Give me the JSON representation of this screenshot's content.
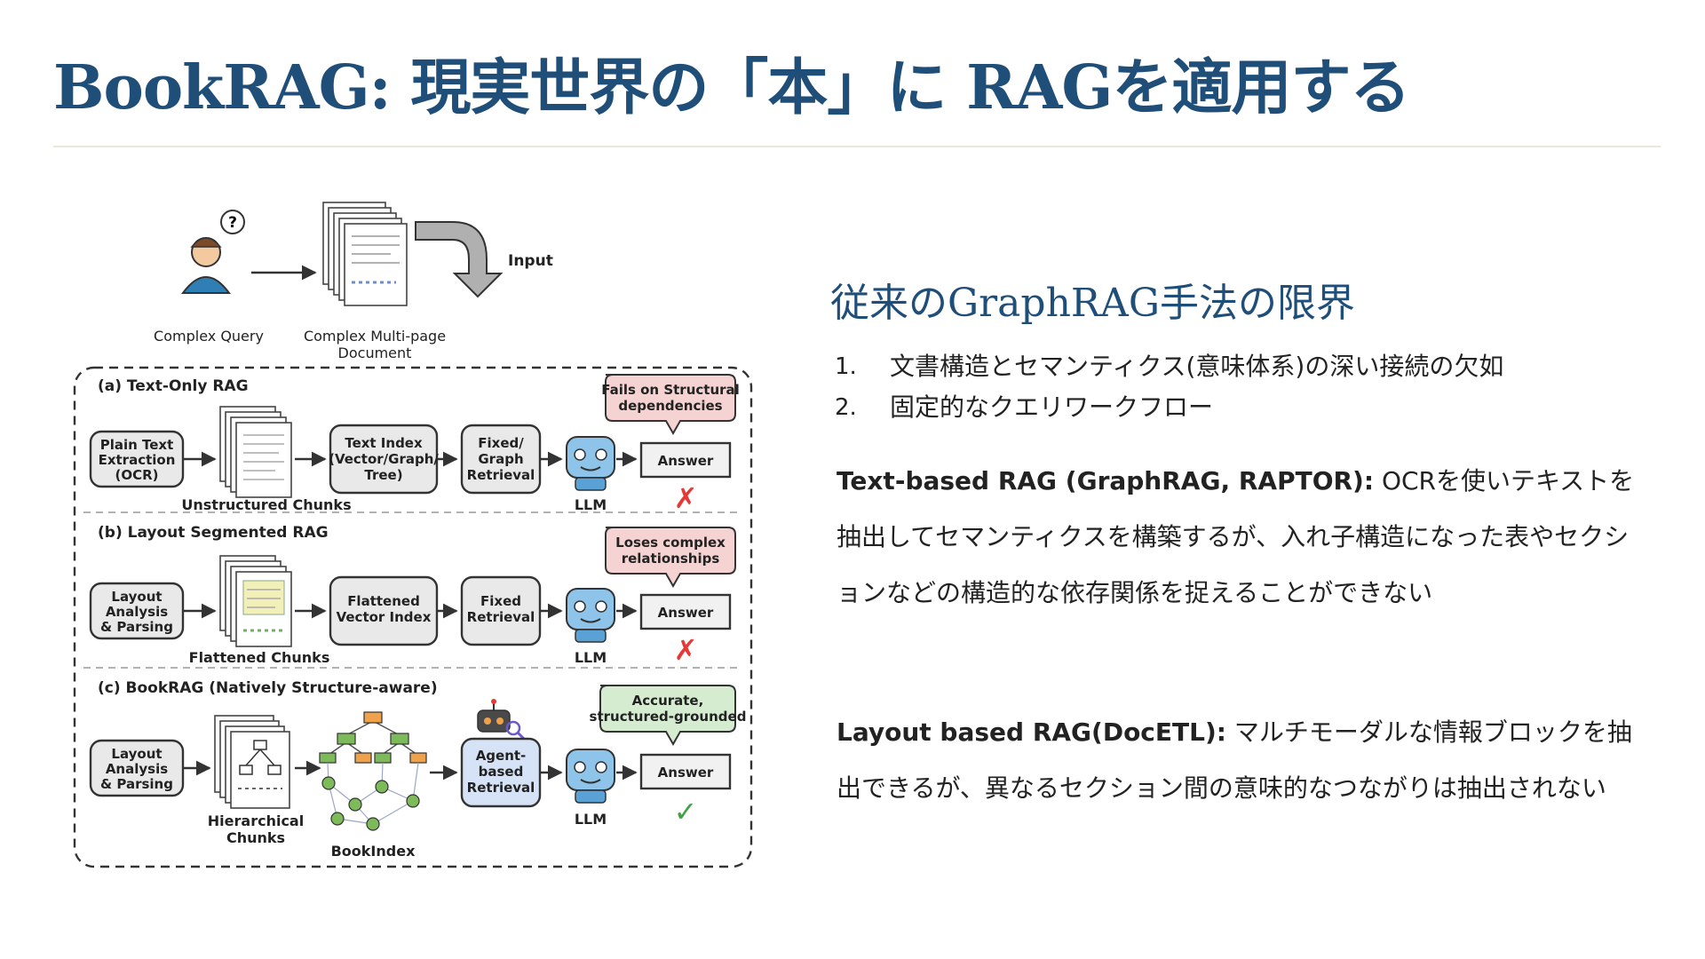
{
  "slide": {
    "title": "BookRAG: 現実世界の「本」に RAGを適用する"
  },
  "diagram": {
    "query_label": "Complex Query",
    "document_label_1": "Complex Multi-page",
    "document_label_2": "Document",
    "input_label": "Input",
    "panel_a": {
      "title": "(a) Text-Only RAG",
      "step1": [
        "Plain Text",
        "Extraction",
        "(OCR)"
      ],
      "chunks_label": "Unstructured Chunks",
      "step2": [
        "Text Index",
        "(Vector/Graph/",
        "Tree)"
      ],
      "step3": [
        "Fixed/",
        "Graph",
        "Retrieval"
      ],
      "llm_label": "LLM",
      "answer": "Answer",
      "bubble": [
        "Fails on Structural",
        "dependencies"
      ],
      "result": "✗"
    },
    "panel_b": {
      "title": "(b) Layout Segmented RAG",
      "step1": [
        "Layout",
        "Analysis",
        "& Parsing"
      ],
      "chunks_label": "Flattened Chunks",
      "step2": [
        "Flattened",
        "Vector Index"
      ],
      "step3": [
        "Fixed",
        "Retrieval"
      ],
      "llm_label": "LLM",
      "answer": "Answer",
      "bubble": [
        "Loses complex",
        "relationships"
      ],
      "result": "✗"
    },
    "panel_c": {
      "title": "(c) BookRAG (Natively Structure-aware)",
      "step1": [
        "Layout",
        "Analysis",
        "& Parsing"
      ],
      "chunks_label": [
        "Hierarchical",
        "Chunks"
      ],
      "index_label": "BookIndex",
      "step3": [
        "Agent-",
        "based",
        "Retrieval"
      ],
      "llm_label": "LLM",
      "answer": "Answer",
      "bubble": [
        "Accurate,",
        "structured-grounded"
      ],
      "result": "✓"
    },
    "colors": {
      "fail": "#e53935",
      "success": "#43a047",
      "fail_bubble": "#f6d3d3",
      "ok_bubble": "#d5ecd0",
      "tree_node": "#7dbb5a",
      "tree_top": "#f0a24a",
      "agent_box": "#d6e2f5"
    }
  },
  "right": {
    "section_title": "従来のGraphRAG手法の限界",
    "list": [
      {
        "num": "1.",
        "text": "文書構造とセマンティクス(意味体系)の深い接続の欠如"
      },
      {
        "num": "2.",
        "text": "固定的なクエリワークフロー"
      }
    ],
    "paragraph1": {
      "lead": "Text-based RAG (GraphRAG, RAPTOR):",
      "body": " OCRを使いテキストを抽出してセマンティクスを構築するが、入れ子構造になった表やセクションなどの構造的な依存関係を捉えることができない"
    },
    "paragraph2": {
      "lead": "Layout based RAG(DocETL):",
      "body": " マルチモーダルな情報ブロックを抽出できるが、異なるセクション間の意味的なつながりは抽出されない"
    }
  }
}
